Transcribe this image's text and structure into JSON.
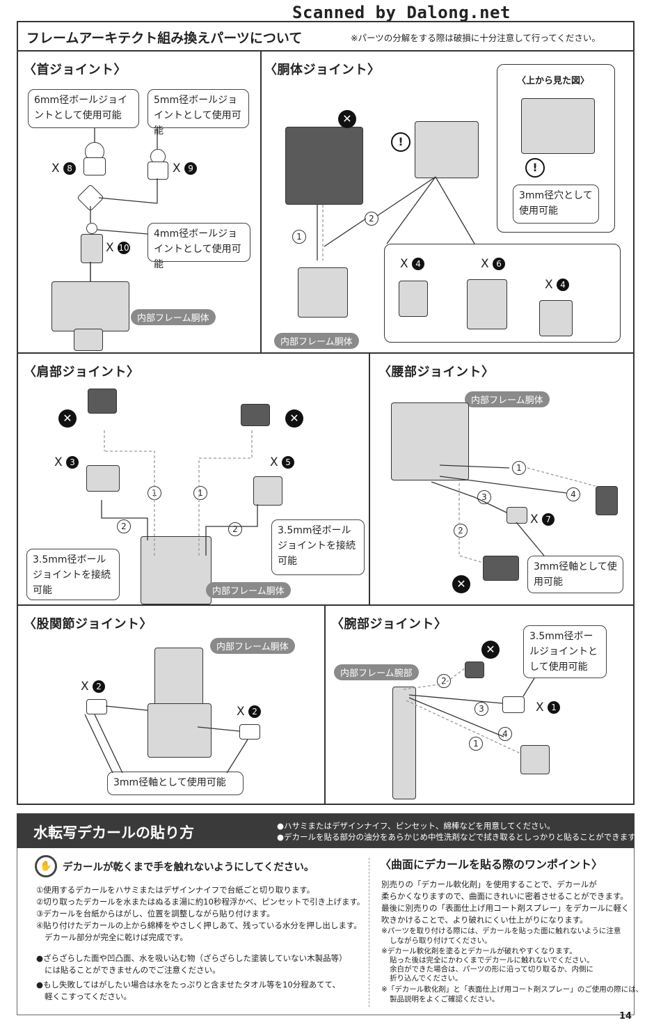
{
  "scan_credit": "Scanned by Dalong.net",
  "header": {
    "title": "フレームアーキテクト組み換えパーツについて",
    "note": "※パーツの分解をする際は破損に十分注意して行ってください。"
  },
  "neck": {
    "title": "〈首ジョイント〉",
    "note_6mm": "6mm径ボールジョイントとして使用可能",
    "note_5mm": "5mm径ボールジョイントとして使用可能",
    "note_4mm": "4mm径ボールジョイントとして使用可能",
    "qty_a": "X",
    "num_a": "8",
    "qty_b": "X",
    "num_b": "9",
    "qty_c": "X",
    "num_c": "10",
    "frame_label": "内部フレーム胴体"
  },
  "torso": {
    "title": "〈胴体ジョイント〉",
    "top_view_label": "〈上から見た図〉",
    "note_3mm_hole": "3mm径穴として使用可能",
    "step1": "1",
    "step2": "2",
    "qty_a": "X",
    "num_a": "4",
    "qty_b": "X",
    "num_b": "6",
    "qty_c": "X",
    "num_c": "4",
    "frame_label": "内部フレーム胴体"
  },
  "shoulder": {
    "title": "〈肩部ジョイント〉",
    "qty_a": "X",
    "num_a": "3",
    "qty_b": "X",
    "num_b": "5",
    "note_left": "3.5mm径ボールジョイントを接続可能",
    "note_right": "3.5mm径ボールジョイントを接続可能",
    "frame_label": "内部フレーム胴体",
    "step1": "1",
    "step2": "2"
  },
  "waist": {
    "title": "〈腰部ジョイント〉",
    "frame_label": "内部フレーム胴体",
    "qty": "X",
    "num": "7",
    "note_3mm": "3mm径軸として使用可能",
    "step1": "1",
    "step2": "2",
    "step3": "3",
    "step4": "4"
  },
  "hip": {
    "title": "〈股関節ジョイント〉",
    "frame_label": "内部フレーム胴体",
    "qty_a": "X",
    "num_a": "2",
    "qty_b": "X",
    "num_b": "2",
    "note_3mm": "3mm径軸として使用可能"
  },
  "arm": {
    "title": "〈腕部ジョイント〉",
    "frame_label": "内部フレーム腕部",
    "note_35mm": "3.5mm径ボールジョイントとして使用可能",
    "qty": "X",
    "num": "1",
    "step1": "1",
    "step2": "2",
    "step3": "3",
    "step4": "4"
  },
  "decal": {
    "title": "水転写デカールの貼り方",
    "prep_1": "●ハサミまたはデザインナイフ、ピンセット、綿棒などを用意してください。",
    "prep_2": "●デカールを貼る部分の油分をあらかじめ中性洗剤などで拭き取るとしっかりと貼ることができます。",
    "warning": "デカールが乾くまで手を触れないようにしてください。",
    "steps": [
      "①使用するデカールをハサミまたはデザインナイフで台紙ごと切り取ります。",
      "②切り取ったデカールを水またはぬるま湯に約10秒程浮かべ、ピンセットで引き上げます。",
      "③デカールを台紙からはがし、位置を調整しながら貼り付けます。",
      "④貼り付けたデカールの上から綿棒をやさしく押しあて、残っている水分を押し出します。",
      "デカール部分が完全に乾けば完成です。"
    ],
    "bullet_1a": "●ざらざらした面や凹凸面、水を吸い込む物（ざらざらした塗装していない木製品等）",
    "bullet_1b": "には貼ることができませんのでご注意ください。",
    "bullet_2a": "●もし失敗してはがしたい場合は水をたっぷりと含ませたタオル等を10分程あてて、",
    "bullet_2b": "軽くこすってください。",
    "tip_title": "〈曲面にデカールを貼る際のワンポイント〉",
    "tip_body": [
      "別売りの「デカール軟化剤」を使用することで、デカールが",
      "柔らかくなりますので、曲面にきれいに密着させることができます。",
      "最後に別売りの「表面仕上げ用コート剤スプレー」をデカールに軽く",
      "吹きかけることで、より破れにくい仕上がりになります。"
    ],
    "tip_note1": [
      "※パーツを取り付ける際には、デカールを貼った面に触れないように注意",
      "しながら取り付けてください。"
    ],
    "tip_note2": [
      "※デカール軟化剤を塗るとデカールが破れやすくなります。",
      "貼った後は完全にかわくまでデカールに触れないでください。",
      "余白ができた場合は、パーツの形に沿って切り取るか、内側に",
      "折り込んでください。"
    ],
    "tip_note3": [
      "※「デカール軟化剤」と「表面仕上げ用コート剤スプレー」のご使用の際には、",
      "製品説明をよくご確認ください。"
    ]
  },
  "page_number": "14"
}
